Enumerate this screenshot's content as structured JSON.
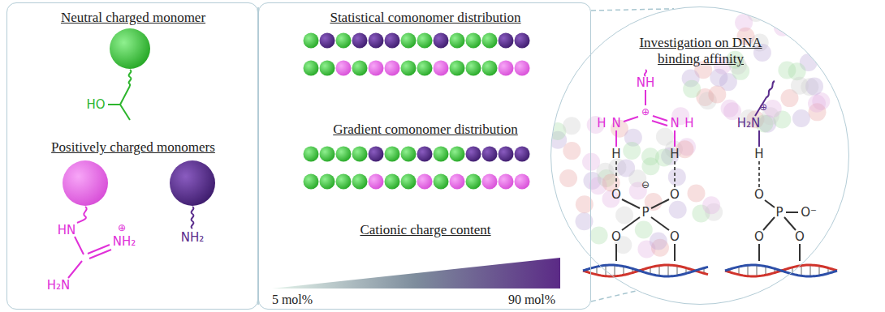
{
  "diagram": {
    "nodes": [
      {
        "text": [
          "Neutral charged monomer",
          "Positively charged monomers"
        ]
      },
      {
        "text": [
          "Statistical comonomer distribution",
          "Gradient comonomer distribution",
          "Cationic charge content"
        ]
      },
      {
        "text": [
          "Investigation on DNA binding affinity"
        ]
      }
    ],
    "edges": [
      {
        "from": 0,
        "to": 1,
        "arrow": "none"
      },
      {
        "from": 1,
        "to": 2,
        "arrow": "none"
      }
    ],
    "labels": [
      "HO",
      "HN",
      "⊕",
      "NH₂",
      "H₂N",
      "NH₂",
      "5 mol%",
      "90 mol%",
      "NH",
      "⊕",
      "H",
      "N",
      "N",
      "H",
      "H",
      "H",
      "O",
      "⊖",
      "O",
      "P",
      "O",
      "O",
      "⊕",
      "H₂N",
      "H",
      "O",
      "P",
      "O⁻",
      "O",
      "O"
    ]
  }
}
